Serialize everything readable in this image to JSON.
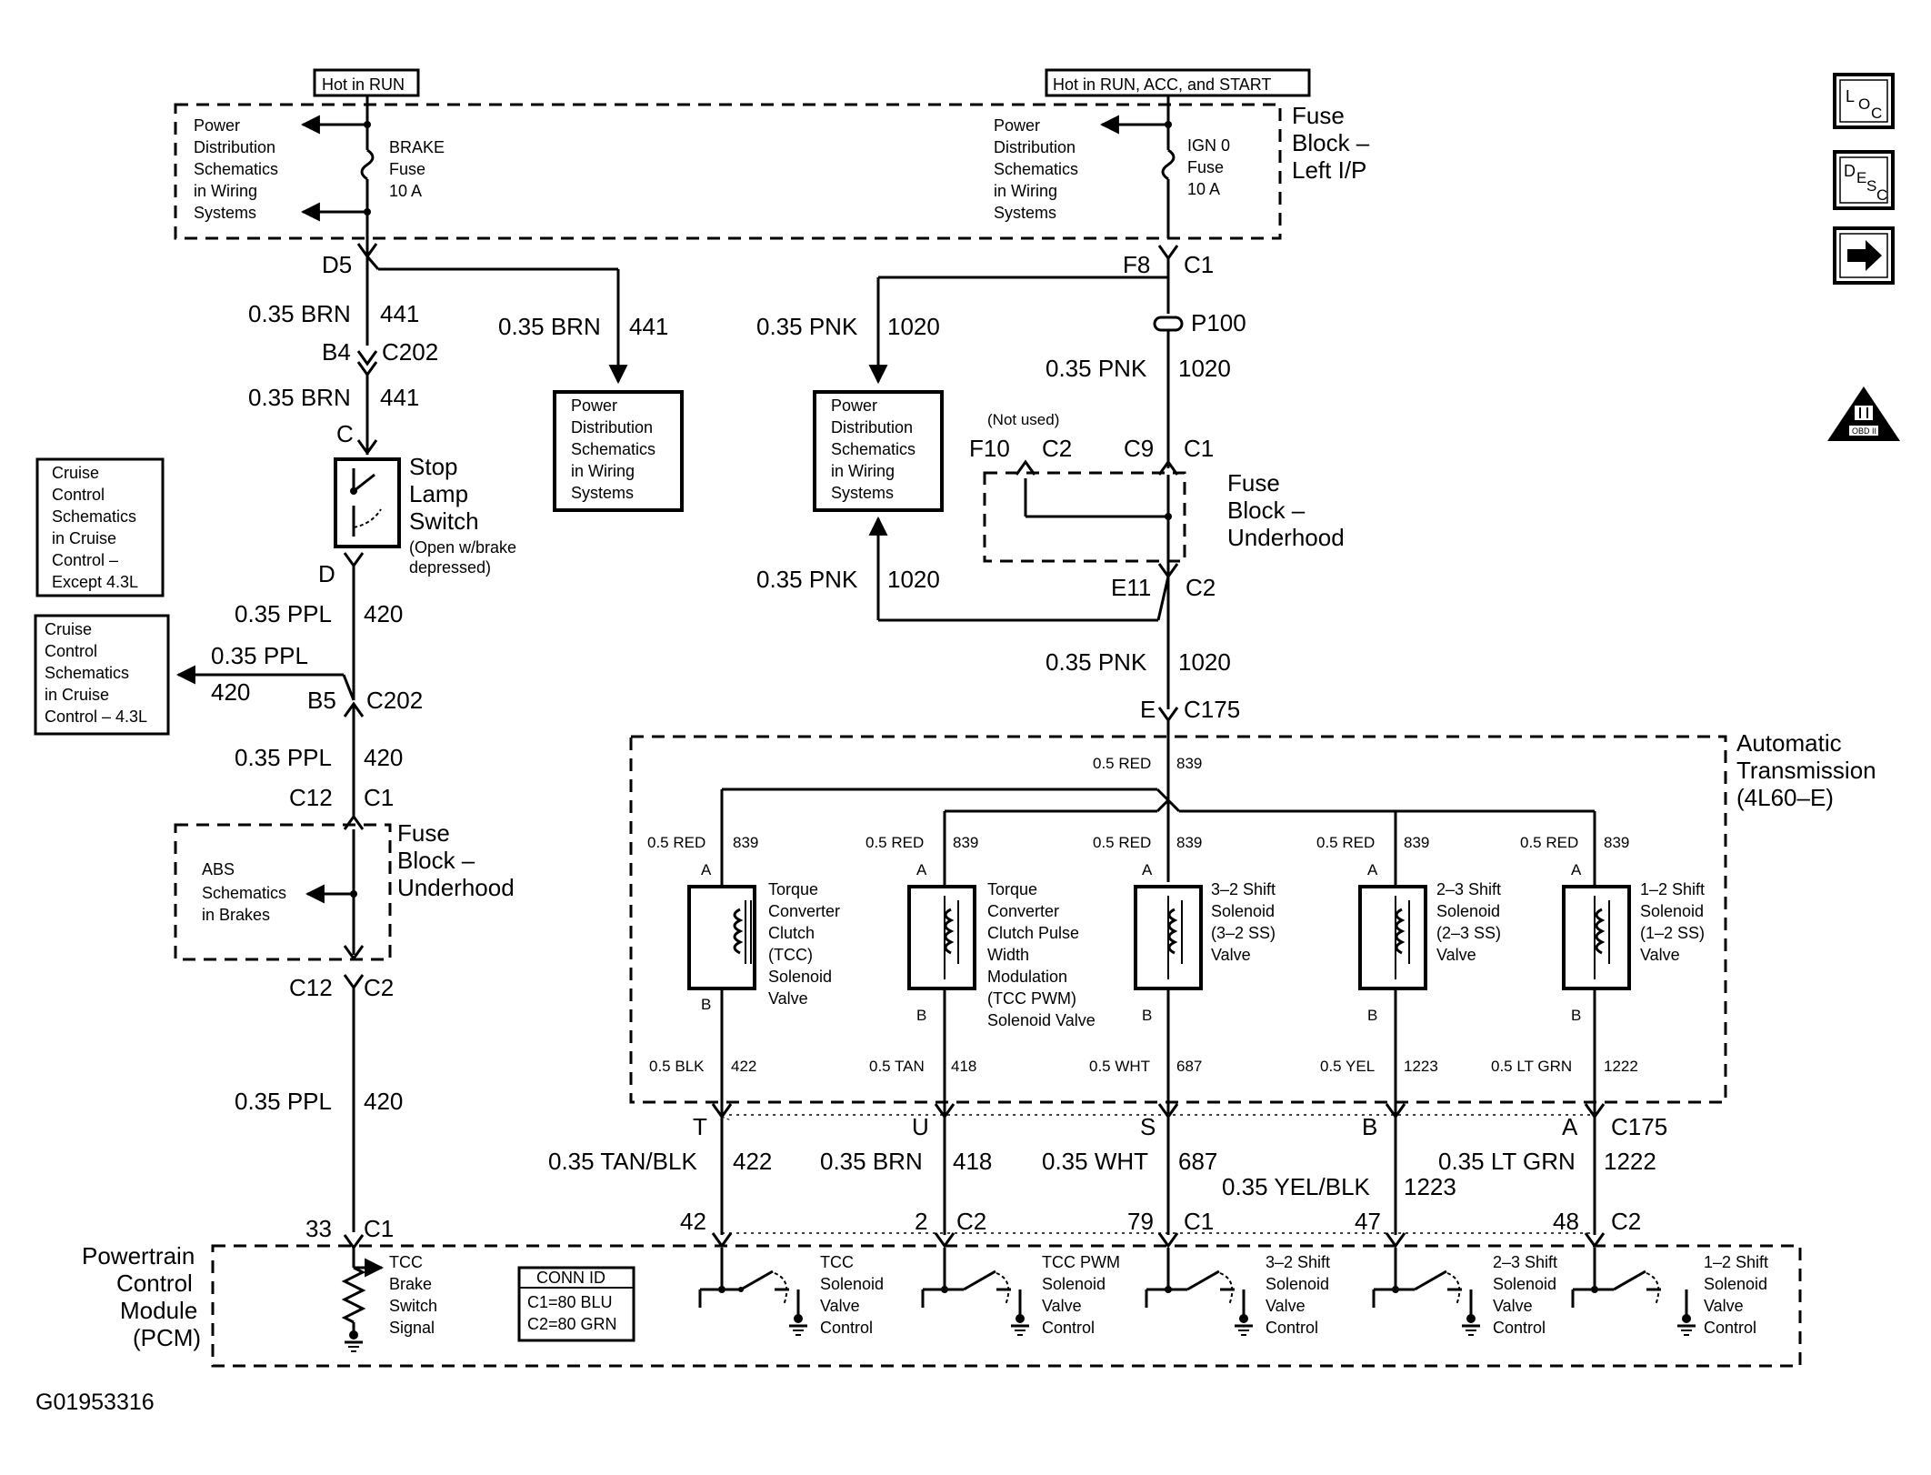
{
  "diagram_id": "G01953316",
  "power_labels": {
    "hot_run": "Hot in RUN",
    "hot_run_acc_start": "Hot in RUN, ACC, and START"
  },
  "fuse_block_left": {
    "title_1": "Fuse",
    "title_2": "Block –",
    "title_3": "Left I/P"
  },
  "pds_lines": [
    "Power",
    "Distribution",
    "Schematics",
    "in Wiring",
    "Systems"
  ],
  "brake_fuse": [
    "BRAKE",
    "Fuse",
    "10 A"
  ],
  "ign_fuse": [
    "IGN 0",
    "Fuse",
    "10 A"
  ],
  "conn": {
    "d5": "D5",
    "f8": "F8",
    "c1": "C1",
    "b4": "B4",
    "c202": "C202",
    "c": "C",
    "d": "D",
    "b5": "B5",
    "c12": "C12",
    "c2": "C2",
    "p100": "P100",
    "c9": "C9",
    "f10": "F10",
    "e11": "E11",
    "e": "E",
    "c175": "C175",
    "t": "T",
    "u": "U",
    "s": "S",
    "b": "B",
    "a": "A",
    "p33": "33",
    "p42": "42",
    "p2": "2",
    "p79": "79",
    "p47": "47",
    "p48": "48",
    "not_used": "(Not used)"
  },
  "wires": {
    "brn": "0.35 BRN",
    "n441": "441",
    "pnk": "0.35 PNK",
    "n1020": "1020",
    "ppl": "0.35 PPL",
    "n420": "420",
    "red05": "0.5 RED",
    "n839": "839",
    "blk05": "0.5 BLK",
    "n422": "422",
    "tan05": "0.5 TAN",
    "n418": "418",
    "wht05": "0.5 WHT",
    "n687": "687",
    "yel05": "0.5 YEL",
    "n1223": "1223",
    "ltgrn05": "0.5 LT GRN",
    "n1222": "1222",
    "tanblk": "0.35 TAN/BLK",
    "brn035": "0.35 BRN",
    "wht035": "0.35 WHT",
    "yelblk": "0.35 YEL/BLK",
    "ltgrn035": "0.35 LT GRN"
  },
  "stop_lamp": {
    "title_1": "Stop",
    "title_2": "Lamp",
    "title_3": "Switch",
    "note_1": "(Open w/brake",
    "note_2": "depressed)"
  },
  "cruise_a": [
    "Cruise",
    "Control",
    "Schematics",
    "in Cruise",
    "Control –",
    "Except 4.3L"
  ],
  "cruise_b": [
    "Cruise",
    "Control",
    "Schematics",
    "in Cruise",
    "Control – 4.3L"
  ],
  "fuse_underhood": {
    "title_1": "Fuse",
    "title_2": "Block –",
    "title_3": "Underhood"
  },
  "abs": [
    "ABS",
    "Schematics",
    "in Brakes"
  ],
  "trans": {
    "title_1": "Automatic",
    "title_2": "Transmission",
    "title_3": "(4L60–E)"
  },
  "solenoids": [
    [
      "Torque",
      "Converter",
      "Clutch",
      "(TCC)",
      "Solenoid",
      "Valve"
    ],
    [
      "Torque",
      "Converter",
      "Clutch Pulse",
      "Width",
      "Modulation",
      "(TCC PWM)",
      "Solenoid Valve"
    ],
    [
      "3–2 Shift",
      "Solenoid",
      "(3–2 SS)",
      "Valve"
    ],
    [
      "2–3 Shift",
      "Solenoid",
      "(2–3 SS)",
      "Valve"
    ],
    [
      "1–2 Shift",
      "Solenoid",
      "(1–2 SS)",
      "Valve"
    ]
  ],
  "pcm": {
    "title_1": "Powertrain",
    "title_2": "Control",
    "title_3": "Module",
    "title_4": "(PCM)"
  },
  "tcc_brake": [
    "TCC",
    "Brake",
    "Switch",
    "Signal"
  ],
  "conn_id": {
    "title": "CONN ID",
    "c1": "C1=80 BLU",
    "c2": "C2=80 GRN"
  },
  "controls": [
    [
      "TCC",
      "Solenoid",
      "Valve",
      "Control"
    ],
    [
      "TCC PWM",
      "Solenoid",
      "Valve",
      "Control"
    ],
    [
      "3–2 Shift",
      "Solenoid",
      "Valve",
      "Control"
    ],
    [
      "2–3 Shift",
      "Solenoid",
      "Valve",
      "Control"
    ],
    [
      "1–2 Shift",
      "Solenoid",
      "Valve",
      "Control"
    ]
  ],
  "side_icons": {
    "loc_main": "L",
    "loc_sub1": "O",
    "loc_sub2": "C",
    "desc_main": "D",
    "desc_sub1": "E",
    "desc_sub2": "S",
    "desc_sub3": "C",
    "obd": "OBD II"
  }
}
